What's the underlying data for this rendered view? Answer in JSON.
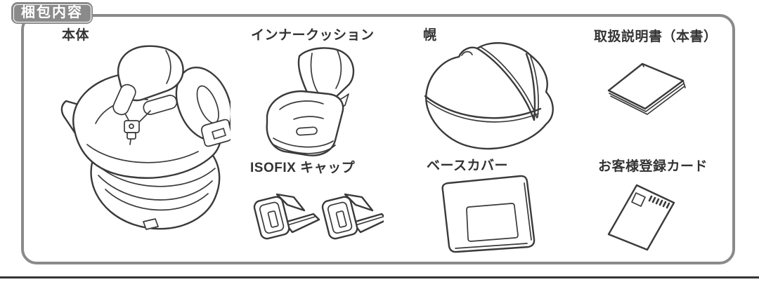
{
  "page": {
    "title": "梱包内容",
    "items": [
      {
        "label": "本体",
        "icon": "car-seat-illustration"
      },
      {
        "label": "インナークッション",
        "icon": "inner-cushion-illustration"
      },
      {
        "label": "幌",
        "icon": "canopy-illustration"
      },
      {
        "label": "取扱説明書（本書）",
        "icon": "manual-booklet-illustration"
      },
      {
        "label": "ISOFIX キャップ",
        "icon": "isofix-caps-illustration"
      },
      {
        "label": "ベースカバー",
        "icon": "base-cover-illustration"
      },
      {
        "label": "お客様登録カード",
        "icon": "registration-card-illustration"
      }
    ],
    "colors": {
      "panel_border": "#8a8a8a",
      "badge_background": "#8a8a8a",
      "badge_text": "#ffffff",
      "label_text": "#333333",
      "line_art": "#3a3a3a",
      "bottom_rule": "#35353a"
    }
  }
}
